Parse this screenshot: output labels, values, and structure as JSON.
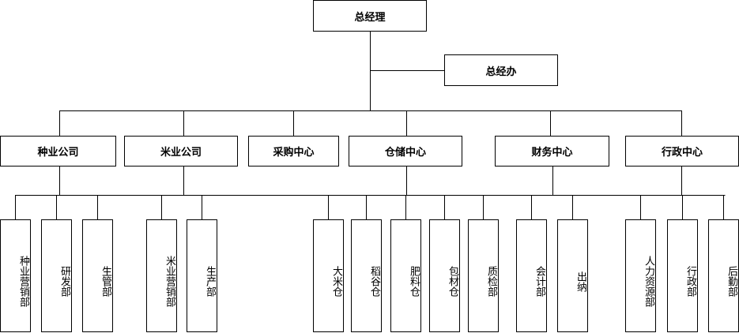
{
  "chart": {
    "top": "总经理",
    "assistant": "总经办",
    "divisions": [
      {
        "id": "seed",
        "label": "种业公司"
      },
      {
        "id": "rice",
        "label": "米业公司"
      },
      {
        "id": "purchase",
        "label": "采购中心"
      },
      {
        "id": "storage",
        "label": "仓储中心"
      },
      {
        "id": "finance",
        "label": "财务中心"
      },
      {
        "id": "admin",
        "label": "行政中心"
      }
    ],
    "departments": [
      {
        "parent": "seed",
        "label": "种业营销部"
      },
      {
        "parent": "seed",
        "label": "研发部"
      },
      {
        "parent": "seed",
        "label": "生管部"
      },
      {
        "parent": "rice",
        "label": "米业营销部"
      },
      {
        "parent": "rice",
        "label": "生产部"
      },
      {
        "parent": "storage",
        "label": "大米仓"
      },
      {
        "parent": "storage",
        "label": "稻谷仓"
      },
      {
        "parent": "storage",
        "label": "肥料仓"
      },
      {
        "parent": "storage",
        "label": "包材仓"
      },
      {
        "parent": "storage",
        "label": "质检部"
      },
      {
        "parent": "finance",
        "label": "会计部"
      },
      {
        "parent": "finance",
        "label": "出纳"
      },
      {
        "parent": "admin",
        "label": "人力资源部"
      },
      {
        "parent": "admin",
        "label": "行政部"
      },
      {
        "parent": "admin",
        "label": "后勤部"
      }
    ]
  }
}
